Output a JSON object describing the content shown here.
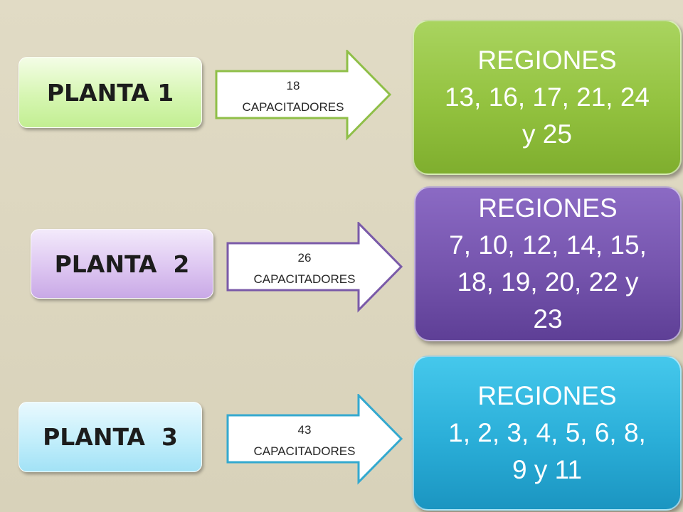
{
  "rows": [
    {
      "plant": "PLANTA 1",
      "count": "18",
      "unit": "CAPACITADORES",
      "region_title": "REGIONES",
      "region_lines": [
        "13, 16, 17, 21, 24",
        "y 25"
      ],
      "arrow_stroke": "#8fbf48"
    },
    {
      "plant": "PLANTA  2",
      "count": "26",
      "unit": "CAPACITADORES",
      "region_title": "REGIONES",
      "region_lines": [
        "7, 10, 12, 14, 15,",
        "18, 19, 20, 22 y",
        "23"
      ],
      "arrow_stroke": "#7a5aa8"
    },
    {
      "plant": "PLANTA  3",
      "count": "43",
      "unit": "CAPACITADORES",
      "region_title": "REGIONES",
      "region_lines": [
        "1, 2, 3, 4, 5, 6, 8,",
        "9 y 11"
      ],
      "arrow_stroke": "#34a9cf"
    }
  ]
}
